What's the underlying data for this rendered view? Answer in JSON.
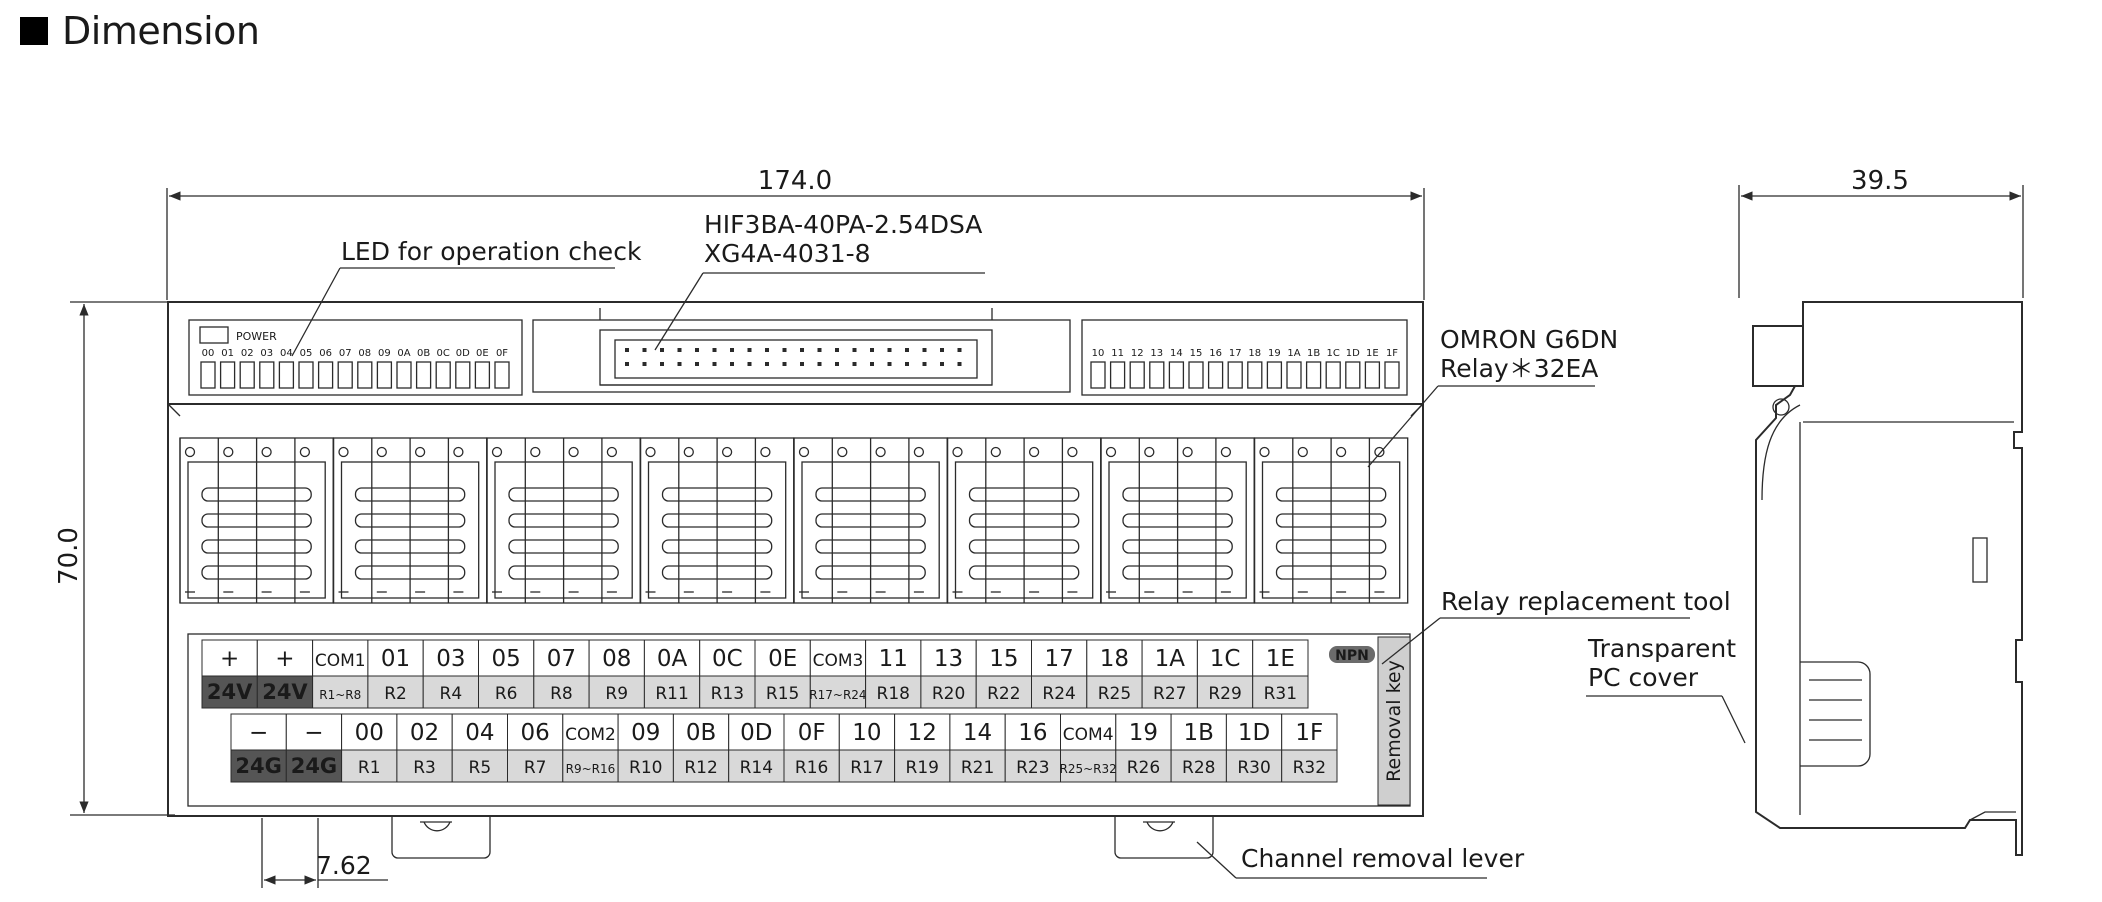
{
  "heading": "Dimension",
  "dimensions": {
    "width": "174.0",
    "height": "70.0",
    "depth": "39.5",
    "pitch": "7.62"
  },
  "callouts": {
    "led": "LED for operation check",
    "connector_line1": "HIF3BA-40PA-2.54DSA",
    "connector_line2": "XG4A-4031-8",
    "relay_line1": "OMRON G6DN",
    "relay_line2": "Relay＊32EA",
    "replacement_tool": "Relay replacement tool",
    "pc_cover_line1": "Transparent",
    "pc_cover_line2": "PC cover",
    "removal_lever": "Channel removal lever"
  },
  "led_panel": {
    "power_label": "POWER",
    "left_channels": [
      "00",
      "01",
      "02",
      "03",
      "04",
      "05",
      "06",
      "07",
      "08",
      "09",
      "0A",
      "0B",
      "0C",
      "0D",
      "0E",
      "0F"
    ],
    "right_channels": [
      "10",
      "11",
      "12",
      "13",
      "14",
      "15",
      "16",
      "17",
      "18",
      "19",
      "1A",
      "1B",
      "1C",
      "1D",
      "1E",
      "1F"
    ]
  },
  "terminal": {
    "npn_badge": "NPN",
    "removal_key": "Removal key",
    "top_row": [
      {
        "t": "+",
        "b": "24V",
        "dark": true
      },
      {
        "t": "+",
        "b": "24V",
        "dark": true
      },
      {
        "t": "COM1",
        "b": "R1~R8",
        "com": true
      },
      {
        "t": "01",
        "b": "R2"
      },
      {
        "t": "03",
        "b": "R4"
      },
      {
        "t": "05",
        "b": "R6"
      },
      {
        "t": "07",
        "b": "R8"
      },
      {
        "t": "08",
        "b": "R9"
      },
      {
        "t": "0A",
        "b": "R11"
      },
      {
        "t": "0C",
        "b": "R13"
      },
      {
        "t": "0E",
        "b": "R15"
      },
      {
        "t": "COM3",
        "b": "R17~R24",
        "com": true
      },
      {
        "t": "11",
        "b": "R18"
      },
      {
        "t": "13",
        "b": "R20"
      },
      {
        "t": "15",
        "b": "R22"
      },
      {
        "t": "17",
        "b": "R24"
      },
      {
        "t": "18",
        "b": "R25"
      },
      {
        "t": "1A",
        "b": "R27"
      },
      {
        "t": "1C",
        "b": "R29"
      },
      {
        "t": "1E",
        "b": "R31"
      }
    ],
    "bottom_row": [
      {
        "t": "−",
        "b": "24G",
        "dark": true
      },
      {
        "t": "−",
        "b": "24G",
        "dark": true
      },
      {
        "t": "00",
        "b": "R1"
      },
      {
        "t": "02",
        "b": "R3"
      },
      {
        "t": "04",
        "b": "R5"
      },
      {
        "t": "06",
        "b": "R7"
      },
      {
        "t": "COM2",
        "b": "R9~R16",
        "com": true
      },
      {
        "t": "09",
        "b": "R10"
      },
      {
        "t": "0B",
        "b": "R12"
      },
      {
        "t": "0D",
        "b": "R14"
      },
      {
        "t": "0F",
        "b": "R16"
      },
      {
        "t": "10",
        "b": "R17"
      },
      {
        "t": "12",
        "b": "R19"
      },
      {
        "t": "14",
        "b": "R21"
      },
      {
        "t": "16",
        "b": "R23"
      },
      {
        "t": "COM4",
        "b": "R25~R32",
        "com": true
      },
      {
        "t": "19",
        "b": "R26"
      },
      {
        "t": "1B",
        "b": "R28"
      },
      {
        "t": "1D",
        "b": "R30"
      },
      {
        "t": "1F",
        "b": "R32"
      }
    ]
  },
  "colors": {
    "line": "#2b2b2b",
    "cell_fill": "#d9d9d9",
    "cell_dark": "#555555",
    "removal_key_fill": "#cfcfcf",
    "npn_badge": "#6b6b6b"
  }
}
